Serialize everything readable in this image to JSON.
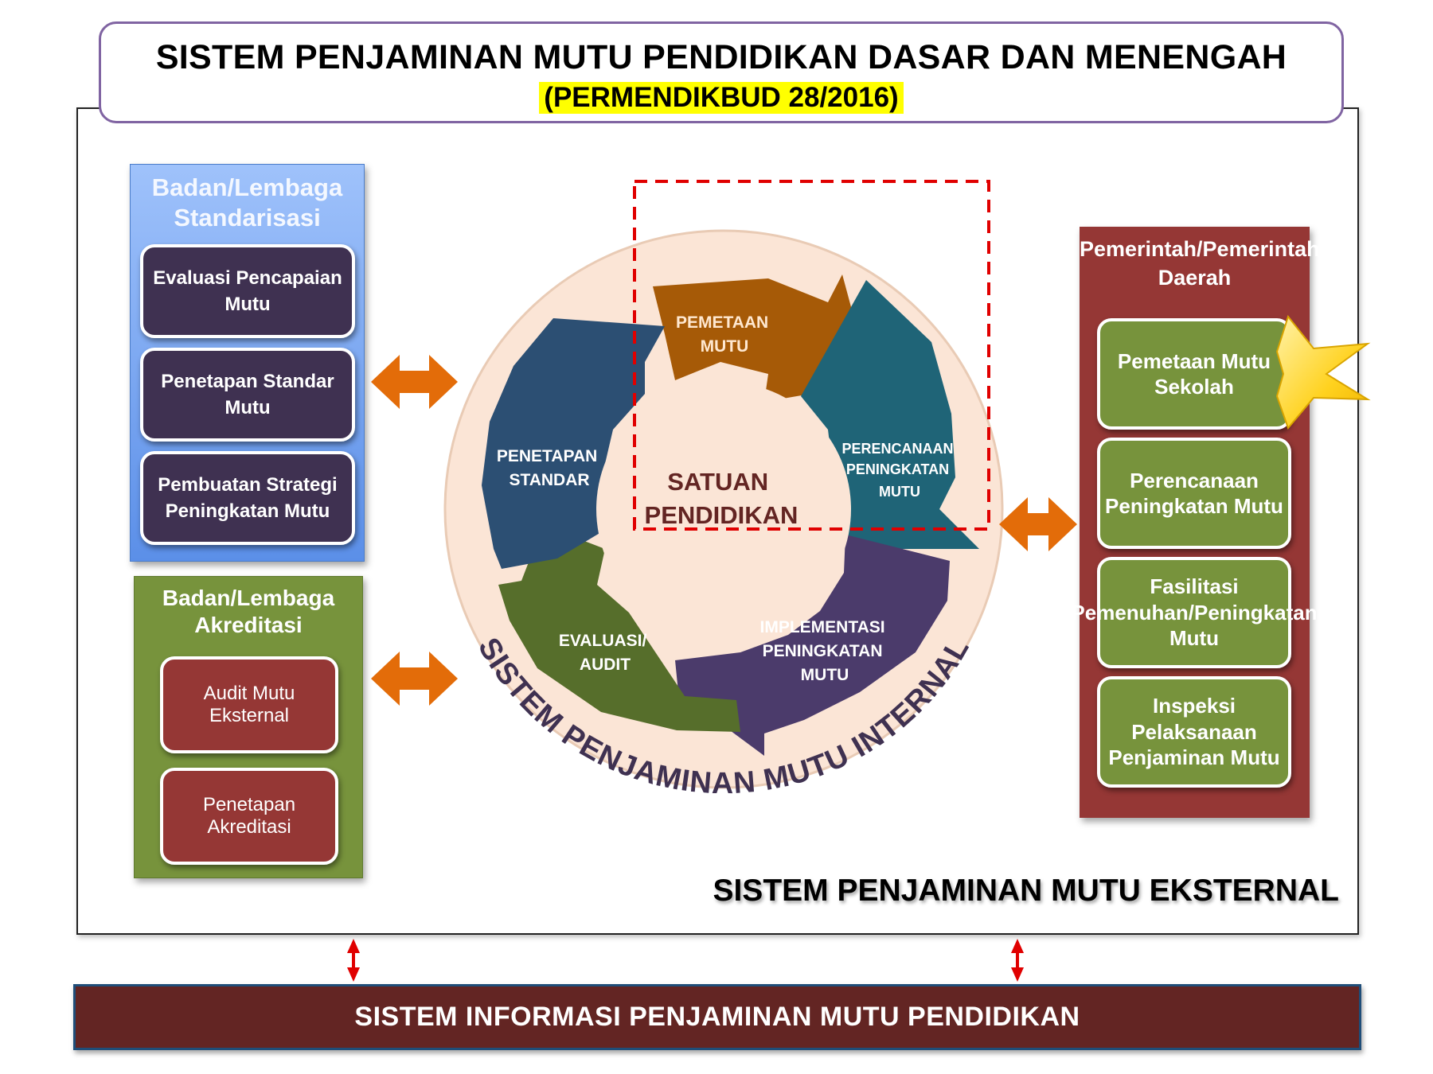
{
  "title": {
    "main": "SISTEM PENJAMINAN MUTU PENDIDIKAN DASAR DAN MENENGAH",
    "sub": "(PERMENDIKBUD 28/2016)"
  },
  "left_top": {
    "title": "Badan/Lembaga Standarisasi",
    "items": [
      "Evaluasi Pencapaian Mutu",
      "Penetapan Standar Mutu",
      "Pembuatan Strategi Peningkatan Mutu"
    ]
  },
  "left_bottom": {
    "title": "Badan/Lembaga Akreditasi",
    "items": [
      "Audit Mutu Eksternal",
      "Penetapan Akreditasi"
    ]
  },
  "right": {
    "title": "Pemerintah/Pemerintah Daerah",
    "items": [
      "Pemetaan Mutu Sekolah",
      "Perencanaan Peningkatan Mutu",
      "Fasilitasi Pemenuhan/Peningkatan Mutu",
      "Inspeksi Pelaksanaan Penjaminan Mutu"
    ]
  },
  "cycle": {
    "center": "SATUAN PENDIDIKAN",
    "steps": [
      "PEMETAAN MUTU",
      "PERENCANAAN PENINGKATAN MUTU",
      "IMPLEMENTASI PENINGKATAN MUTU",
      "EVALUASI/ AUDIT",
      "PENETAPAN STANDAR"
    ],
    "ring_label": "SISTEM PENJAMINAN MUTU INTERNAL"
  },
  "external_label": "SISTEM PENJAMINAN MUTU EKSTERNAL",
  "info_bar": "SISTEM INFORMASI PENJAMINAN MUTU PENDIDIKAN",
  "colors": {
    "title_border": "#8064a2",
    "dark_purple": "#3f3151",
    "olive_green": "#77933c",
    "dark_red": "#953735",
    "orange_arrow": "#e36c09",
    "brown_arrow": "#a65a07",
    "teal_arrow": "#1f6477",
    "purple_arrow": "#4b3b6b",
    "green_arrow": "#566e2b",
    "blue_arrow": "#1f4e79",
    "ring_fill": "#fbe5d6",
    "info_bar": "#632523"
  }
}
